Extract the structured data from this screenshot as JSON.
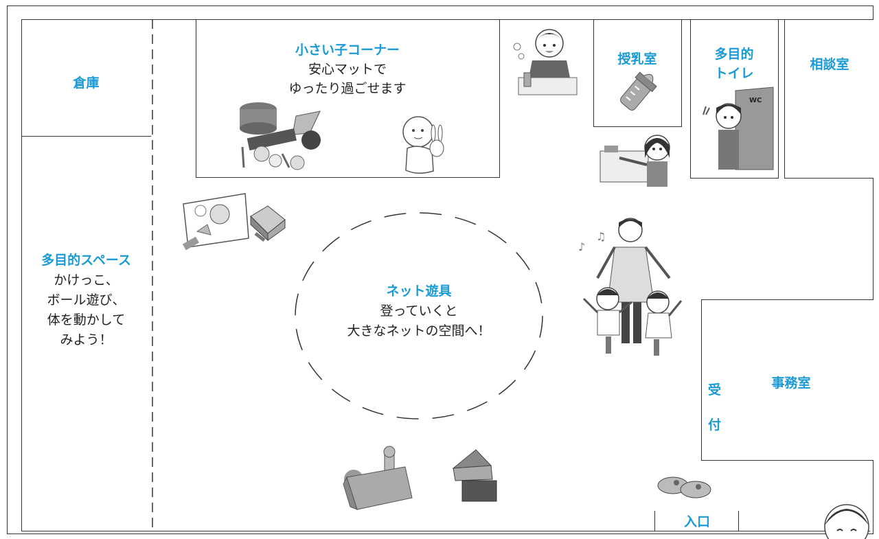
{
  "colors": {
    "accent": "#1a9ad6",
    "line": "#333333",
    "illustration": "#8a8a8a"
  },
  "rooms": {
    "storage": {
      "label": "倉庫"
    },
    "multi_space": {
      "label": "多目的スペース",
      "lines": [
        "かけっこ、",
        "ボール遊び、",
        "体を動かして",
        "みよう！"
      ]
    },
    "small_kids": {
      "label": "小さい子コーナー",
      "lines": [
        "安心マットで",
        "ゆったり過ごせます"
      ]
    },
    "nursing": {
      "label": "授乳室"
    },
    "toilet": {
      "label_lines": [
        "多目的",
        "トイレ"
      ],
      "door_text": "WC"
    },
    "consult": {
      "label": "相談室"
    },
    "net": {
      "label": "ネット遊具",
      "lines": [
        "登っていくと",
        "大きなネットの空間へ！"
      ]
    },
    "office": {
      "label": "事務室"
    },
    "reception": {
      "chars": [
        "受",
        "付"
      ]
    },
    "entrance": {
      "label": "入口"
    }
  },
  "icons": [
    "kitchen-toys-icon",
    "baby-with-toy-icon",
    "child-washing-icon",
    "baby-bottle-icon",
    "child-handwashing-icon",
    "child-peace-sign-icon",
    "drawing-paper-icon",
    "crayon-box-icon",
    "mother-and-children-dancing-icon",
    "toy-box-icon",
    "building-blocks-icon",
    "child-shoes-icon",
    "child-face-icon"
  ]
}
